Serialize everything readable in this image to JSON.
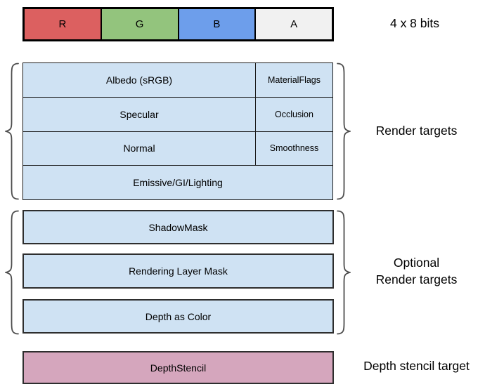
{
  "colors": {
    "red": "#DC6060",
    "green": "#93C47D",
    "blue": "#6D9EEB",
    "alpha_gray": "#F1F1F1",
    "cell_blue": "#CFE2F3",
    "depth_pink": "#D5A6BD"
  },
  "bits_row": {
    "cells": [
      {
        "label": "R",
        "color": "#DC6060"
      },
      {
        "label": "G",
        "color": "#93C47D"
      },
      {
        "label": "B",
        "color": "#6D9EEB"
      },
      {
        "label": "A",
        "color": "#F1F1F1"
      }
    ],
    "caption": "4 x 8 bits"
  },
  "render_targets": {
    "group_label": "Render targets",
    "rows": [
      {
        "main": "Albedo (sRGB)",
        "sub": "MaterialFlags"
      },
      {
        "main": "Specular",
        "sub": "Occlusion"
      },
      {
        "main": "Normal",
        "sub": "Smoothness"
      },
      {
        "main": "Emissive/GI/Lighting"
      }
    ]
  },
  "optional_render_targets": {
    "group_label_line1": "Optional",
    "group_label_line2": "Render targets",
    "rows": [
      "ShadowMask",
      "Rendering Layer Mask",
      "Depth as Color"
    ]
  },
  "depth_stencil": {
    "box_label": "DepthStencil",
    "group_label": "Depth stencil target"
  }
}
